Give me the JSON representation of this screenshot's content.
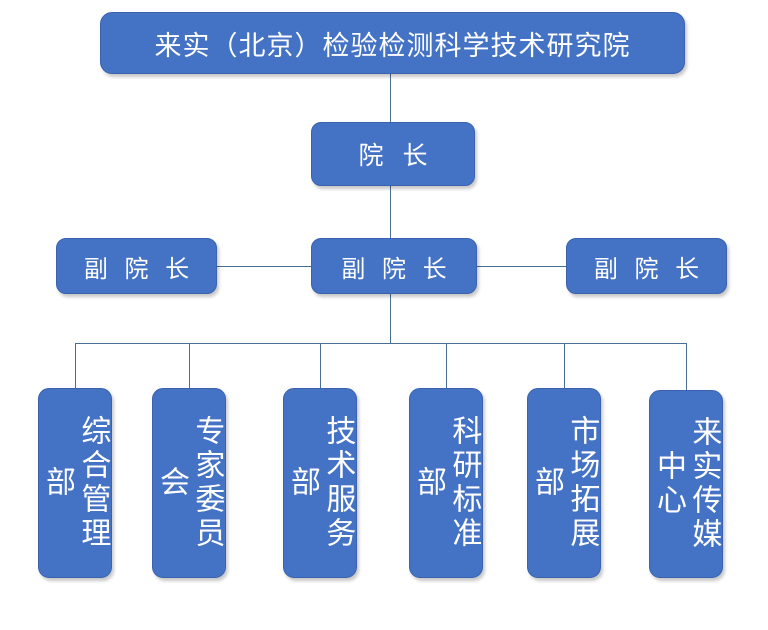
{
  "chart_data": {
    "type": "diagram",
    "diagram_type": "organization-chart",
    "title": "来实（北京）检验检测科学技术研究院",
    "orientation": "top-down",
    "levels": [
      {
        "level": 1,
        "nodes": [
          "来实（北京）检验检测科学技术研究院"
        ]
      },
      {
        "level": 2,
        "nodes": [
          "院 长"
        ]
      },
      {
        "level": 3,
        "nodes": [
          "副 院 长",
          "副 院 长",
          "副 院 长"
        ]
      },
      {
        "level": 4,
        "nodes": [
          "综合管理部",
          "专家委员会",
          "技术服务部",
          "科研标准部",
          "市场拓展部",
          "来实传媒中心"
        ]
      }
    ],
    "edges": [
      {
        "from": "来实（北京）检验检测科学技术研究院",
        "to": "院 长"
      },
      {
        "from": "院 长",
        "to": "副 院 长 (中)"
      },
      {
        "from": "副 院 长 (中)",
        "to": "副 院 长 (左)"
      },
      {
        "from": "副 院 长 (中)",
        "to": "副 院 长 (右)"
      },
      {
        "from": "副 院 长 (中)",
        "to": "综合管理部"
      },
      {
        "from": "副 院 长 (中)",
        "to": "专家委员会"
      },
      {
        "from": "副 院 长 (中)",
        "to": "技术服务部"
      },
      {
        "from": "副 院 长 (中)",
        "to": "科研标准部"
      },
      {
        "from": "副 院 长 (中)",
        "to": "市场拓展部"
      },
      {
        "from": "副 院 长 (中)",
        "to": "来实传媒中心"
      }
    ]
  },
  "colors": {
    "node_fill": "#4472c4",
    "node_border": "#3a62ad",
    "node_text": "#ffffff",
    "connector": "#4a6f94",
    "background": "#ffffff"
  },
  "chart": {
    "root": {
      "label": "来实（北京）检验检测科学技术研究院"
    },
    "director": {
      "label": "院 长"
    },
    "deputies": [
      {
        "label": "副 院 长",
        "position": "left"
      },
      {
        "label": "副 院 长",
        "position": "center"
      },
      {
        "label": "副 院 长",
        "position": "right"
      }
    ],
    "departments": [
      {
        "label": "综合管理部"
      },
      {
        "label": "专家委员会"
      },
      {
        "label": "技术服务部"
      },
      {
        "label": "科研标准部"
      },
      {
        "label": "市场拓展部"
      },
      {
        "label": "来实传媒中心"
      }
    ]
  }
}
